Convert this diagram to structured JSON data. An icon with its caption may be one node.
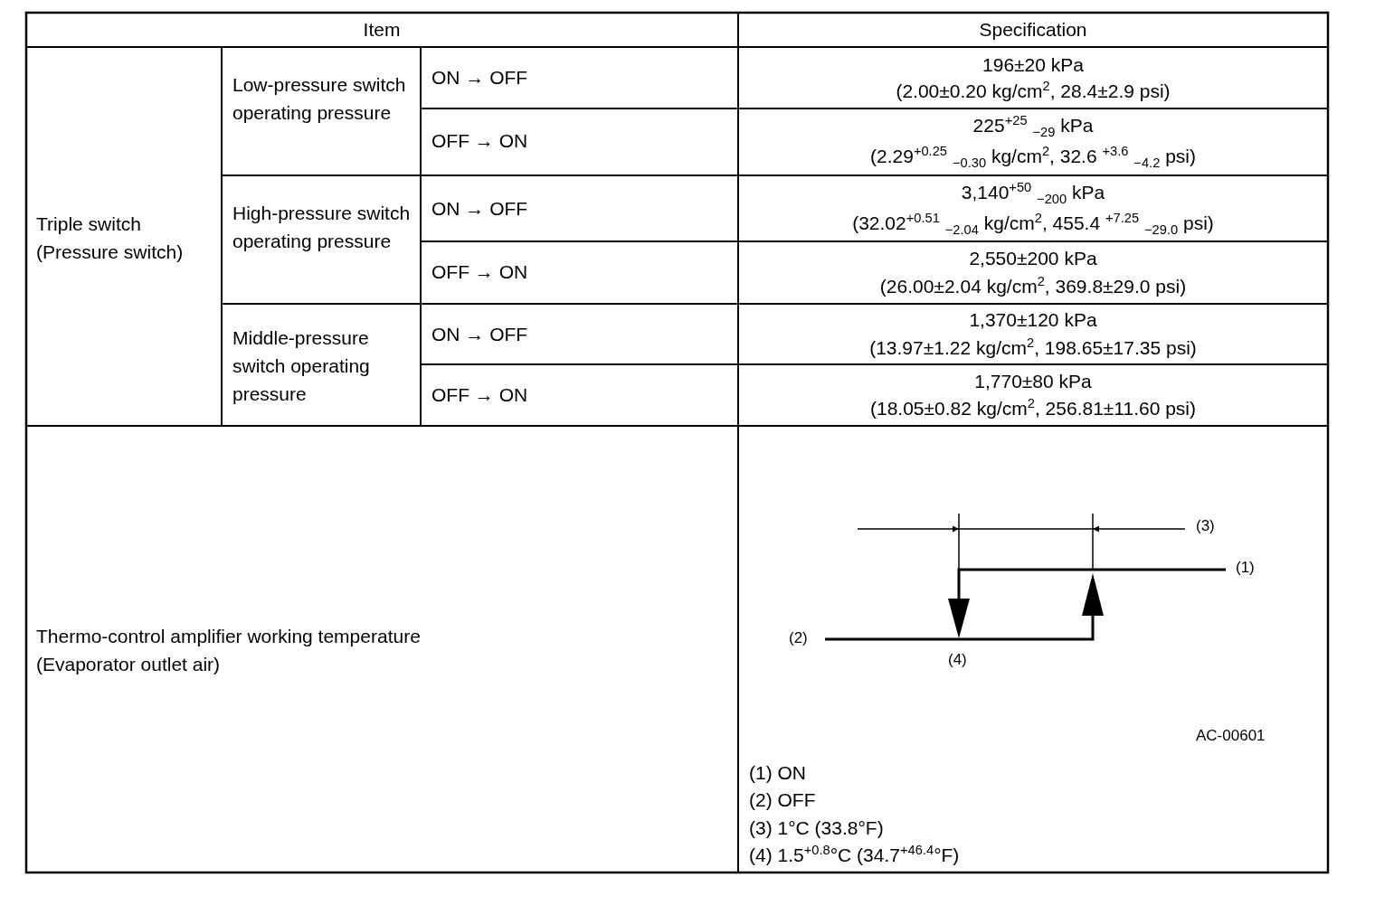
{
  "diagram": {
    "labels": [
      "Item",
      "Specification",
      "Triple switch (Pressure switch)",
      "Low-pressure switch operating pressure",
      "ON → OFF",
      "196±20 kPa",
      "(2.00±0.20 kg/cm$^{2}$, 28.4±2.9 psi)",
      "OFF → ON",
      "225$^{+25}$ $_{−29}$ kPa",
      "(2.29$^{+0.25}$ $_{−0.30}$ kg/cm$^{2}$, 32.6 $^{+3.6}$ $_{−4.2}$ psi)",
      "High-pressure switch operating pressure",
      "ON → OFF",
      "3,140$^{+50}$ $_{−200}$ kPa",
      "(32.02$^{+0.51}$ $_{−2.04}$ kg/cm$^{2}$, 455.4 $^{+7.25}$ $_{−29.0}$ psi)",
      "OFF → ON",
      "2,550±200 kPa",
      "(26.00±2.04 kg/cm$^{2}$, 369.8±29.0 psi)",
      "Middle-pressure switch operating pressure",
      "ON → OFF",
      "1,370±120 kPa",
      "(13.97±1.22 kg/cm$^{2}$, 198.65±17.35 psi)",
      "OFF → ON",
      "1,770±80 kPa",
      "(18.05±0.82 kg/cm$^{2}$, 256.81±11.60 psi)",
      "Thermo-control amplifier working temperature",
      "(Evaporator outlet air)",
      "(3)",
      "(1)",
      "(2)",
      "(4)",
      "AC-00601",
      "(1) ON",
      "(2) OFF",
      "(3) 1°C (33.8°F)",
      "(4) 1.5$^{+0.8}$°C (34.7$^{+46.4}$°F)"
    ]
  }
}
